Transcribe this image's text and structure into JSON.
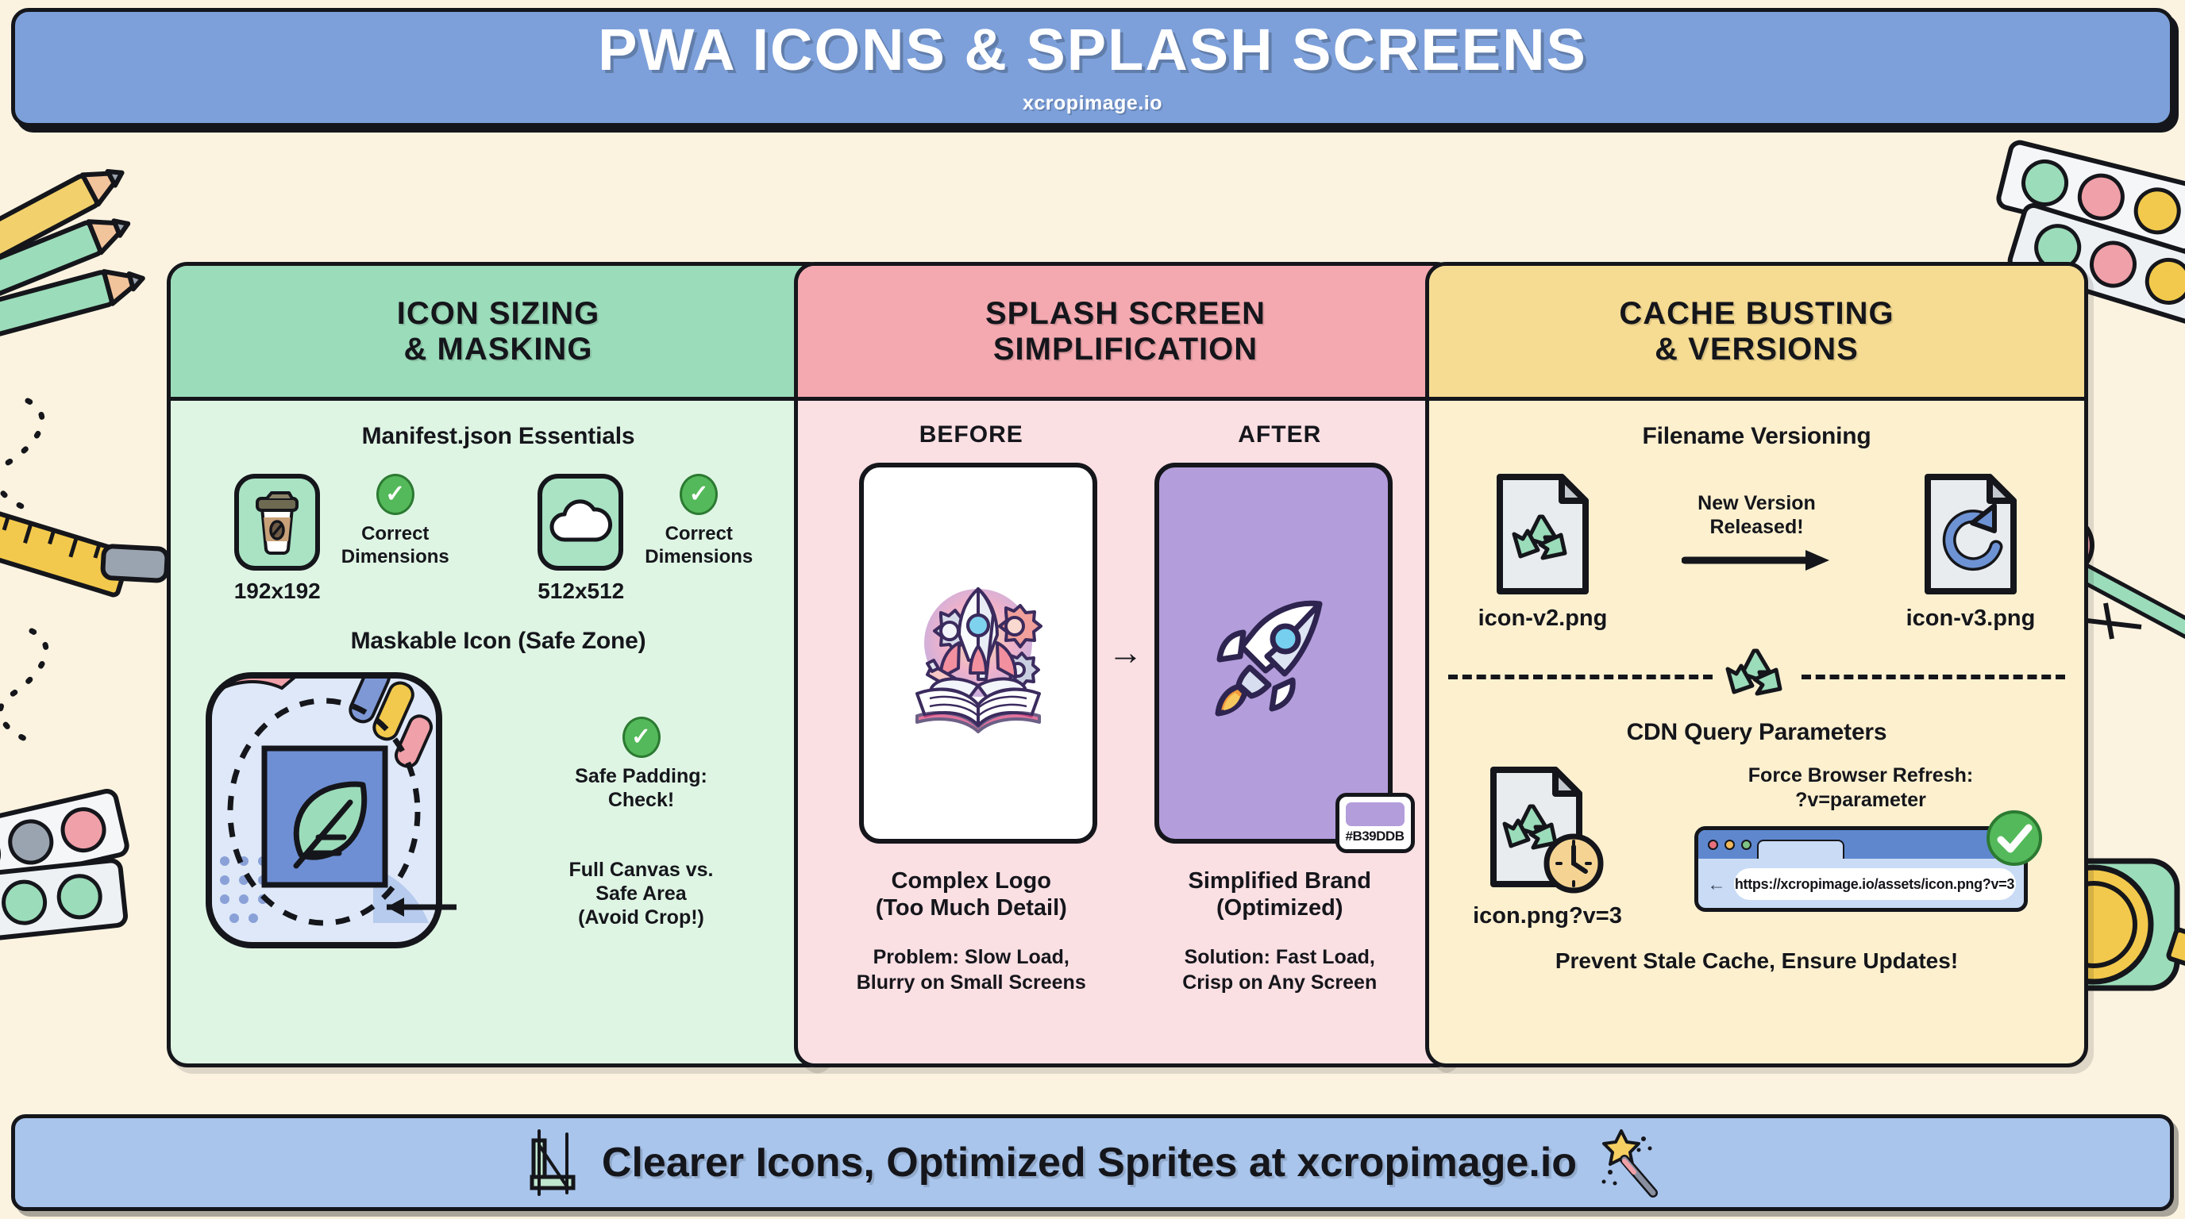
{
  "header": {
    "title": "PWA ICONS & SPLASH SCREENS",
    "subtitle": "xcropimage.io"
  },
  "columns": [
    {
      "id": "icon-sizing",
      "title_line1": "ICON SIZING",
      "title_line2": "& MASKING",
      "header_color": "#9BDCBA",
      "body_color": "#DFF5E4",
      "section1_title": "Manifest.json Essentials",
      "manifest_items": [
        {
          "icon": "coffee-cup-icon",
          "size_label": "192x192",
          "status_icon": "check-circle-icon",
          "status_line1": "Correct",
          "status_line2": "Dimensions"
        },
        {
          "icon": "cloud-icon",
          "size_label": "512x512",
          "status_icon": "check-circle-icon",
          "status_line1": "Correct",
          "status_line2": "Dimensions"
        }
      ],
      "section2_title": "Maskable Icon (Safe Zone)",
      "mask_status_icon": "check-circle-icon",
      "mask_status_line1": "Safe Padding:",
      "mask_status_line2": "Check!",
      "mask_note_line1": "Full Canvas vs.",
      "mask_note_line2": "Safe Area",
      "mask_note_line3": "(Avoid Crop!)"
    },
    {
      "id": "splash-screen",
      "title_line1": "SPLASH SCREEN",
      "title_line2": "SIMPLIFICATION",
      "header_color": "#F4A9B0",
      "body_color": "#FADFE3",
      "before_label": "BEFORE",
      "after_label": "AFTER",
      "transition_icon": "right-arrow-icon",
      "before_art": "complex-rocket-book-gears-logo",
      "after_art": "simple-rocket-logo",
      "swatch_hex": "#B39DDB",
      "before_caption_line1": "Complex Logo",
      "before_caption_line2": "(Too Much Detail)",
      "before_note_line1": "Problem: Slow Load,",
      "before_note_line2": "Blurry on Small Screens",
      "after_caption_line1": "Simplified Brand",
      "after_caption_line2": "(Optimized)",
      "after_note_line1": "Solution: Fast Load,",
      "after_note_line2": "Crisp on Any Screen"
    },
    {
      "id": "cache-busting",
      "title_line1": "CACHE BUSTING",
      "title_line2": "& VERSIONS",
      "header_color": "#F6DC92",
      "body_color": "#FDF0CF",
      "section1_title": "Filename Versioning",
      "file_old_icon": "recycle-file-icon",
      "file_old_name": "icon-v2.png",
      "transition_line1": "New Version",
      "transition_line2": "Released!",
      "transition_icon": "right-arrow-icon",
      "file_new_icon": "refresh-file-icon",
      "file_new_name": "icon-v3.png",
      "divider_icon": "recycle-icon",
      "section2_title": "CDN Query Parameters",
      "cdn_file_icon": "recycle-clock-file-icon",
      "cdn_file_name": "icon.png?v=3",
      "cdn_force_line1": "Force Browser Refresh:",
      "cdn_force_line2": "?v=parameter",
      "browser_url": "https://xcropimage.io/assets/icon.png?v=3",
      "browser_back_icon": "back-arrow-icon",
      "browser_status_icon": "check-circle-icon",
      "cdn_footer": "Prevent Stale Cache, Ensure Updates!"
    }
  ],
  "footer": {
    "left_icon": "crop-tool-icon",
    "text": "Clearer Icons, Optimized Sprites at xcropimage.io",
    "right_icon": "magic-wand-icon"
  },
  "decorations": {
    "left": [
      "pencils-icon",
      "ruler-icon",
      "paint-palette-icon"
    ],
    "right": [
      "paint-palette-icon",
      "compass-icon",
      "measuring-tape-icon"
    ]
  }
}
